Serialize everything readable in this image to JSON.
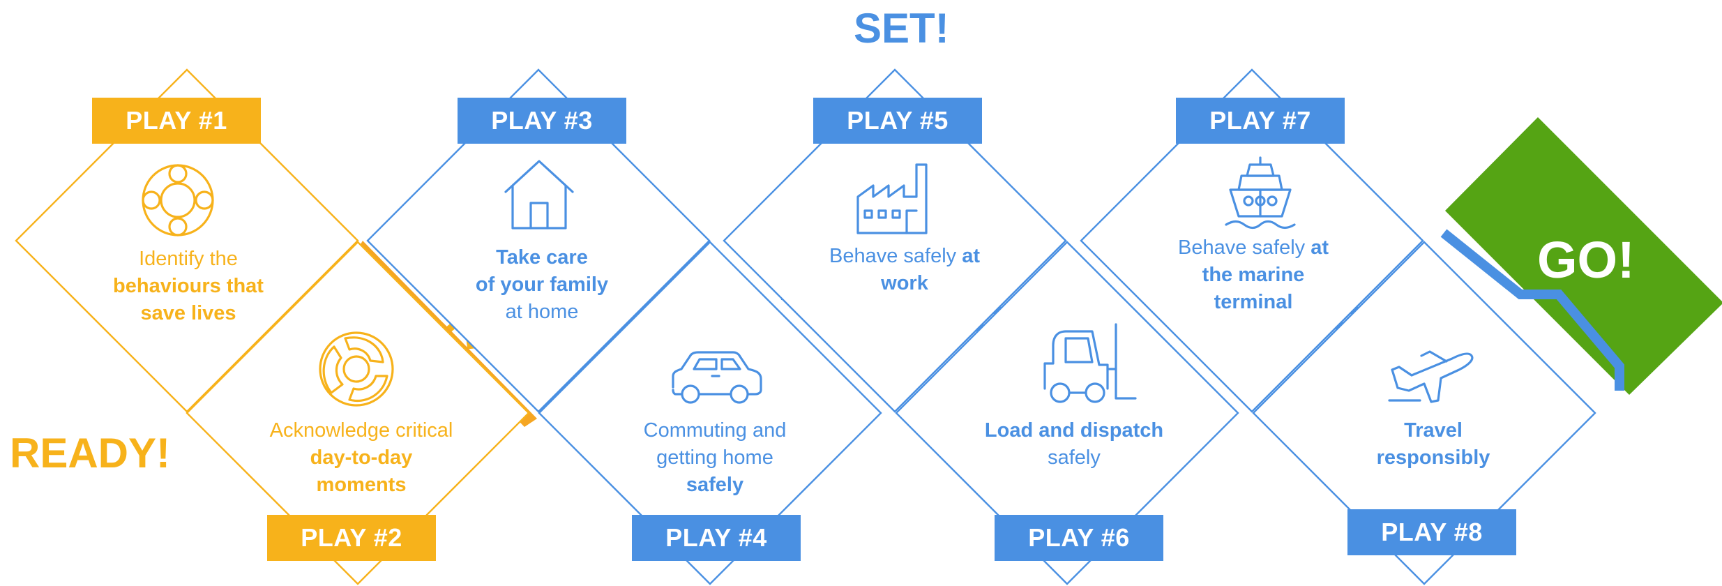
{
  "colors": {
    "orange": "#F7B21B",
    "orange_dark": "#F5A623",
    "blue": "#4A90E2",
    "green": "#55A414",
    "white": "#FFFFFF"
  },
  "stage_labels": {
    "ready": "READY!",
    "set": "SET!",
    "go": "GO!"
  },
  "plays": [
    {
      "tag": "PLAY #1",
      "icon": "lifebuoy-icon",
      "color": "orange",
      "desc_parts": [
        {
          "t": "Identify the",
          "b": false
        },
        {
          "t": "behaviours that",
          "b": true
        },
        {
          "t": "save lives",
          "b": true
        }
      ]
    },
    {
      "tag": "PLAY #2",
      "icon": "cycle-arrows-icon",
      "color": "orange",
      "desc_parts": [
        {
          "t": "Acknowledge critical",
          "b": false
        },
        {
          "t": "day-to-day",
          "b": true
        },
        {
          "t": "moments",
          "b": true
        }
      ]
    },
    {
      "tag": "PLAY #3",
      "icon": "house-icon",
      "color": "blue",
      "desc_parts": [
        {
          "t": "Take care",
          "b": true
        },
        {
          "t": "of your family",
          "b": true
        },
        {
          "t": "at home",
          "b": false
        }
      ]
    },
    {
      "tag": "PLAY #4",
      "icon": "car-icon",
      "color": "blue",
      "desc_parts": [
        {
          "t": "Commuting and",
          "b": false
        },
        {
          "t": "getting home",
          "b": false
        },
        {
          "t": "safely",
          "b": true
        }
      ]
    },
    {
      "tag": "PLAY #5",
      "icon": "factory-icon",
      "color": "blue",
      "desc_lines": [
        [
          {
            "t": "Behave safely ",
            "b": false
          },
          {
            "t": "at",
            "b": true
          }
        ],
        [
          {
            "t": "work",
            "b": true
          }
        ]
      ]
    },
    {
      "tag": "PLAY #6",
      "icon": "forklift-icon",
      "color": "blue",
      "desc_parts": [
        {
          "t": "Load and dispatch",
          "b": true
        },
        {
          "t": "safely",
          "b": false
        }
      ]
    },
    {
      "tag": "PLAY #7",
      "icon": "ship-icon",
      "color": "blue",
      "desc_lines": [
        [
          {
            "t": "Behave safely ",
            "b": false
          },
          {
            "t": "at",
            "b": true
          }
        ],
        [
          {
            "t": "the marine",
            "b": true
          }
        ],
        [
          {
            "t": "terminal",
            "b": true
          }
        ]
      ]
    },
    {
      "tag": "PLAY #8",
      "icon": "airplane-icon",
      "color": "blue",
      "desc_parts": [
        {
          "t": "Travel",
          "b": true
        },
        {
          "t": "responsibly",
          "b": true
        }
      ]
    }
  ]
}
